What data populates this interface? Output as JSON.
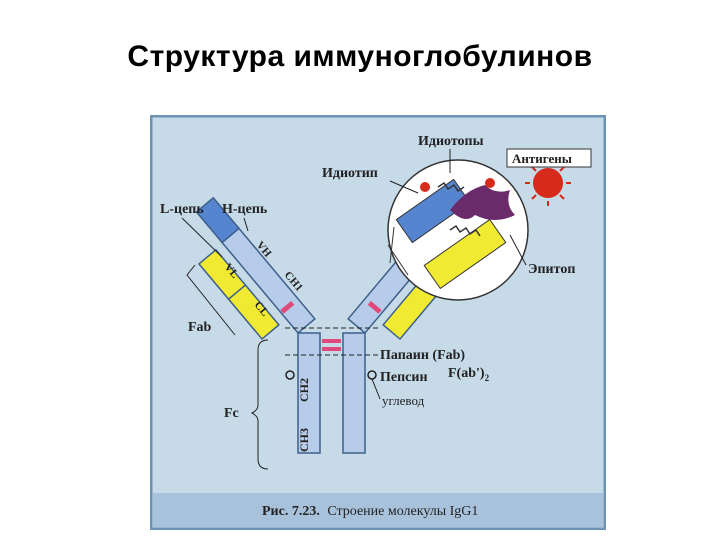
{
  "slide": {
    "title": "Структура иммуноглобулинов"
  },
  "figure": {
    "labels": {
      "l_chain": "L-цепь",
      "h_chain": "H-цепь",
      "idiotype": "Идиотип",
      "idiotopes": "Идиотопы",
      "antigens": "Антигены",
      "epitope": "Эпитоп",
      "fab": "Fab",
      "fc": "Fc",
      "papain": "Папаин (Fab)",
      "pepsin": "Пепсин",
      "pepsin_fragment": "F(ab')",
      "pepsin_sub": "2",
      "carbohydrate": "углевод"
    },
    "domains": {
      "vh": "VH",
      "vl": "VL",
      "ch1": "CH1",
      "cl": "CL",
      "ch2": "CH2",
      "ch3": "CH3"
    },
    "caption": {
      "bold": "Рис. 7.23.",
      "text": "Строение молекулы IgG1"
    }
  },
  "colors": {
    "background_panel": "#c6dae8",
    "frame": "#6f93b4",
    "heavy_chain_blue": "#5585cf",
    "heavy_chain_light": "#b7ccea",
    "light_chain_yellow": "#f0ea33",
    "disulfide_pink": "#e04a7a",
    "antigen_purple": "#6b2b6b",
    "antigen_red": "#d62a1a",
    "caption_bar": "#a9c2dc"
  }
}
